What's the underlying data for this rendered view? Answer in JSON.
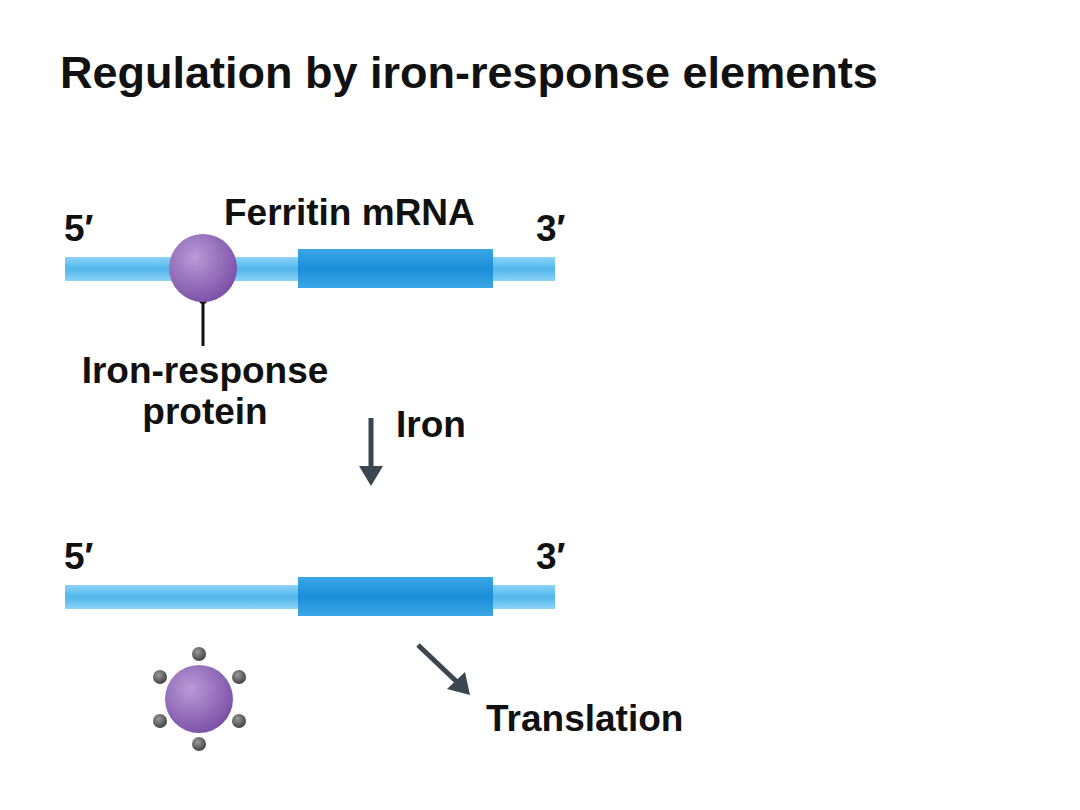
{
  "diagram": {
    "title": "Regulation by iron-response elements",
    "labels": [
      "5′",
      "Ferritin mRNA",
      "3′",
      "Iron-response protein",
      "Iron",
      "5′",
      "3′",
      "Translation"
    ]
  }
}
